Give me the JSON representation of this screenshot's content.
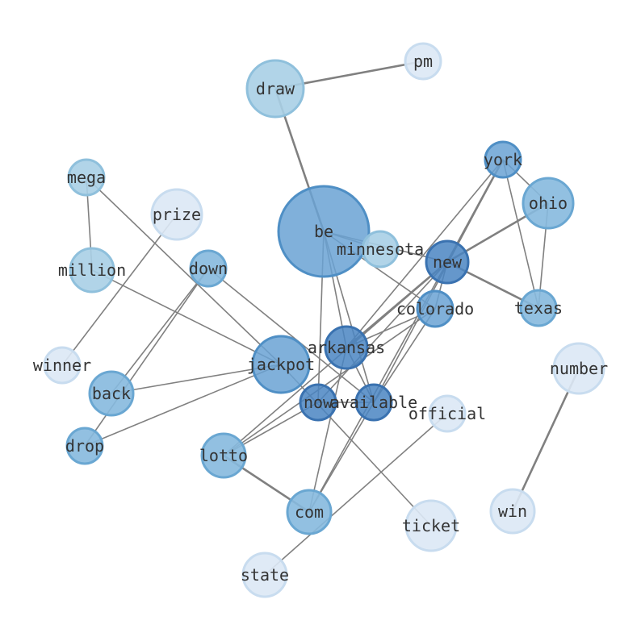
{
  "graph": {
    "colors": {
      "edge": "#808080",
      "label": "#333333",
      "node_fills": [
        "#dce8f5",
        "#a9cfe5",
        "#86b9de",
        "#6aa2d3",
        "#4a85c2"
      ],
      "node_strokes": [
        "#c8dcef",
        "#8fc0dc",
        "#6aa7d2",
        "#4f8fc5",
        "#3a72b0"
      ]
    },
    "nodes": [
      {
        "id": "be",
        "label": "be",
        "level": 3
      },
      {
        "id": "pm",
        "label": "pm",
        "level": 0
      },
      {
        "id": "draw",
        "label": "draw",
        "level": 1
      },
      {
        "id": "york",
        "label": "york",
        "level": 3
      },
      {
        "id": "ohio",
        "label": "ohio",
        "level": 2
      },
      {
        "id": "mega",
        "label": "mega",
        "level": 1
      },
      {
        "id": "prize",
        "label": "prize",
        "level": 0
      },
      {
        "id": "minnesota",
        "label": "minnesota",
        "level": 1
      },
      {
        "id": "new",
        "label": "new",
        "level": 4
      },
      {
        "id": "million",
        "label": "million",
        "level": 1
      },
      {
        "id": "down",
        "label": "down",
        "level": 2
      },
      {
        "id": "colorado",
        "label": "colorado",
        "level": 3
      },
      {
        "id": "texas",
        "label": "texas",
        "level": 2
      },
      {
        "id": "arkansas",
        "label": "arkansas",
        "level": 4
      },
      {
        "id": "winner",
        "label": "winner",
        "level": 0
      },
      {
        "id": "jackpot",
        "label": "jackpot",
        "level": 3
      },
      {
        "id": "number",
        "label": "number",
        "level": 0
      },
      {
        "id": "back",
        "label": "back",
        "level": 2
      },
      {
        "id": "now",
        "label": "now",
        "level": 4
      },
      {
        "id": "available",
        "label": "available",
        "level": 4
      },
      {
        "id": "official",
        "label": "official",
        "level": 0
      },
      {
        "id": "drop",
        "label": "drop",
        "level": 2
      },
      {
        "id": "lotto",
        "label": "lotto",
        "level": 2
      },
      {
        "id": "com",
        "label": "com",
        "level": 2
      },
      {
        "id": "win",
        "label": "win",
        "level": 0
      },
      {
        "id": "ticket",
        "label": "ticket",
        "level": 0
      },
      {
        "id": "state",
        "label": "state",
        "level": 0
      }
    ],
    "edges": [
      {
        "source": "draw",
        "target": "pm",
        "weight": 2
      },
      {
        "source": "draw",
        "target": "be",
        "weight": 2
      },
      {
        "source": "be",
        "target": "minnesota",
        "weight": 1
      },
      {
        "source": "be",
        "target": "new",
        "weight": 1
      },
      {
        "source": "be",
        "target": "colorado",
        "weight": 1
      },
      {
        "source": "be",
        "target": "arkansas",
        "weight": 1
      },
      {
        "source": "be",
        "target": "available",
        "weight": 1
      },
      {
        "source": "be",
        "target": "now",
        "weight": 1
      },
      {
        "source": "york",
        "target": "ohio",
        "weight": 1
      },
      {
        "source": "york",
        "target": "new",
        "weight": 2
      },
      {
        "source": "york",
        "target": "texas",
        "weight": 1
      },
      {
        "source": "york",
        "target": "arkansas",
        "weight": 1
      },
      {
        "source": "york",
        "target": "available",
        "weight": 1
      },
      {
        "source": "ohio",
        "target": "new",
        "weight": 2
      },
      {
        "source": "ohio",
        "target": "texas",
        "weight": 1
      },
      {
        "source": "new",
        "target": "texas",
        "weight": 2
      },
      {
        "source": "new",
        "target": "arkansas",
        "weight": 2
      },
      {
        "source": "new",
        "target": "colorado",
        "weight": 1
      },
      {
        "source": "new",
        "target": "now",
        "weight": 1
      },
      {
        "source": "new",
        "target": "lotto",
        "weight": 1
      },
      {
        "source": "new",
        "target": "com",
        "weight": 1
      },
      {
        "source": "colorado",
        "target": "arkansas",
        "weight": 1
      },
      {
        "source": "colorado",
        "target": "lotto",
        "weight": 1
      },
      {
        "source": "colorado",
        "target": "available",
        "weight": 1
      },
      {
        "source": "mega",
        "target": "million",
        "weight": 1
      },
      {
        "source": "mega",
        "target": "jackpot",
        "weight": 1
      },
      {
        "source": "million",
        "target": "jackpot",
        "weight": 1
      },
      {
        "source": "prize",
        "target": "winner",
        "weight": 1
      },
      {
        "source": "down",
        "target": "back",
        "weight": 1
      },
      {
        "source": "down",
        "target": "drop",
        "weight": 1
      },
      {
        "source": "down",
        "target": "available",
        "weight": 1
      },
      {
        "source": "jackpot",
        "target": "back",
        "weight": 1
      },
      {
        "source": "jackpot",
        "target": "drop",
        "weight": 1
      },
      {
        "source": "jackpot",
        "target": "ticket",
        "weight": 1
      },
      {
        "source": "arkansas",
        "target": "com",
        "weight": 1
      },
      {
        "source": "arkansas",
        "target": "available",
        "weight": 1
      },
      {
        "source": "now",
        "target": "available",
        "weight": 1
      },
      {
        "source": "now",
        "target": "lotto",
        "weight": 1
      },
      {
        "source": "lotto",
        "target": "com",
        "weight": 2
      },
      {
        "source": "available",
        "target": "com",
        "weight": 1
      },
      {
        "source": "official",
        "target": "state",
        "weight": 1
      },
      {
        "source": "number",
        "target": "win",
        "weight": 2
      }
    ]
  }
}
